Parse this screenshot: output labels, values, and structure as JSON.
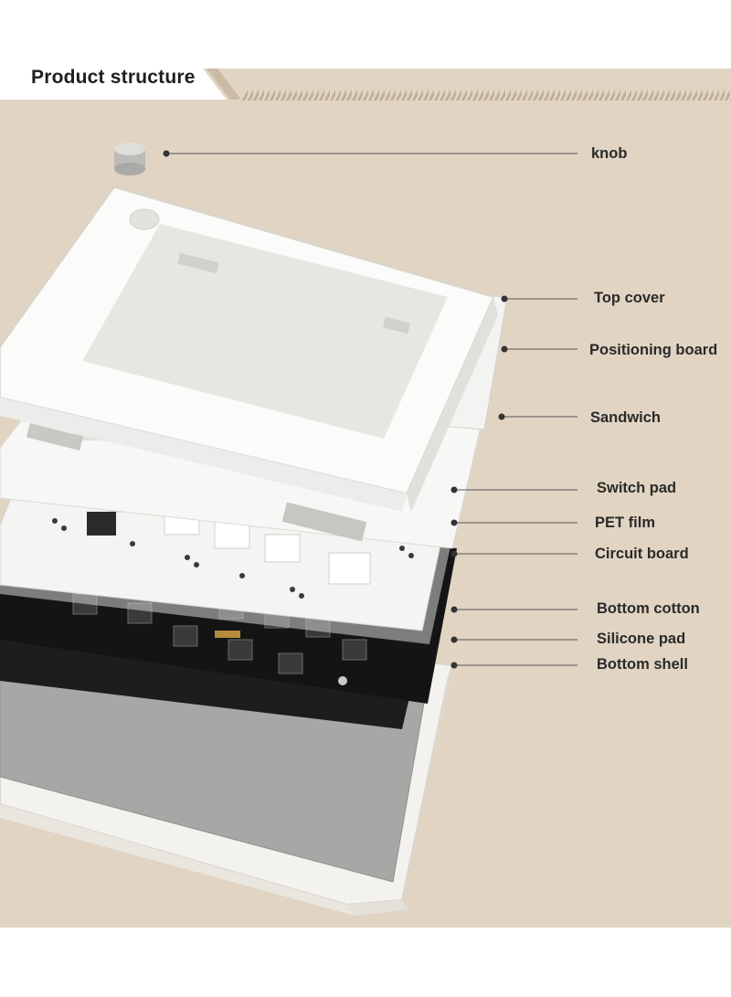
{
  "header": {
    "title": "Product structure"
  },
  "components": [
    {
      "id": "knob",
      "label": "knob"
    },
    {
      "id": "top-cover",
      "label": "Top cover"
    },
    {
      "id": "positioning-board",
      "label": "Positioning board"
    },
    {
      "id": "sandwich",
      "label": "Sandwich"
    },
    {
      "id": "switch-pad",
      "label": "Switch pad"
    },
    {
      "id": "pet-film",
      "label": "PET film"
    },
    {
      "id": "circuit-board",
      "label": "Circuit board"
    },
    {
      "id": "bottom-cotton",
      "label": "Bottom cotton"
    },
    {
      "id": "silicone-pad",
      "label": "Silicone pad"
    },
    {
      "id": "bottom-shell",
      "label": "Bottom shell"
    }
  ],
  "colors": {
    "background": "#e1d4c2",
    "title_tab": "#ffffff",
    "label_text": "#2a2a2a",
    "pcb": "#141414",
    "foam": "#1d1d1d",
    "plastic": "#f6f6f4",
    "silicone": "#a7a7a5",
    "accent_yellow": "#e8e23a"
  }
}
